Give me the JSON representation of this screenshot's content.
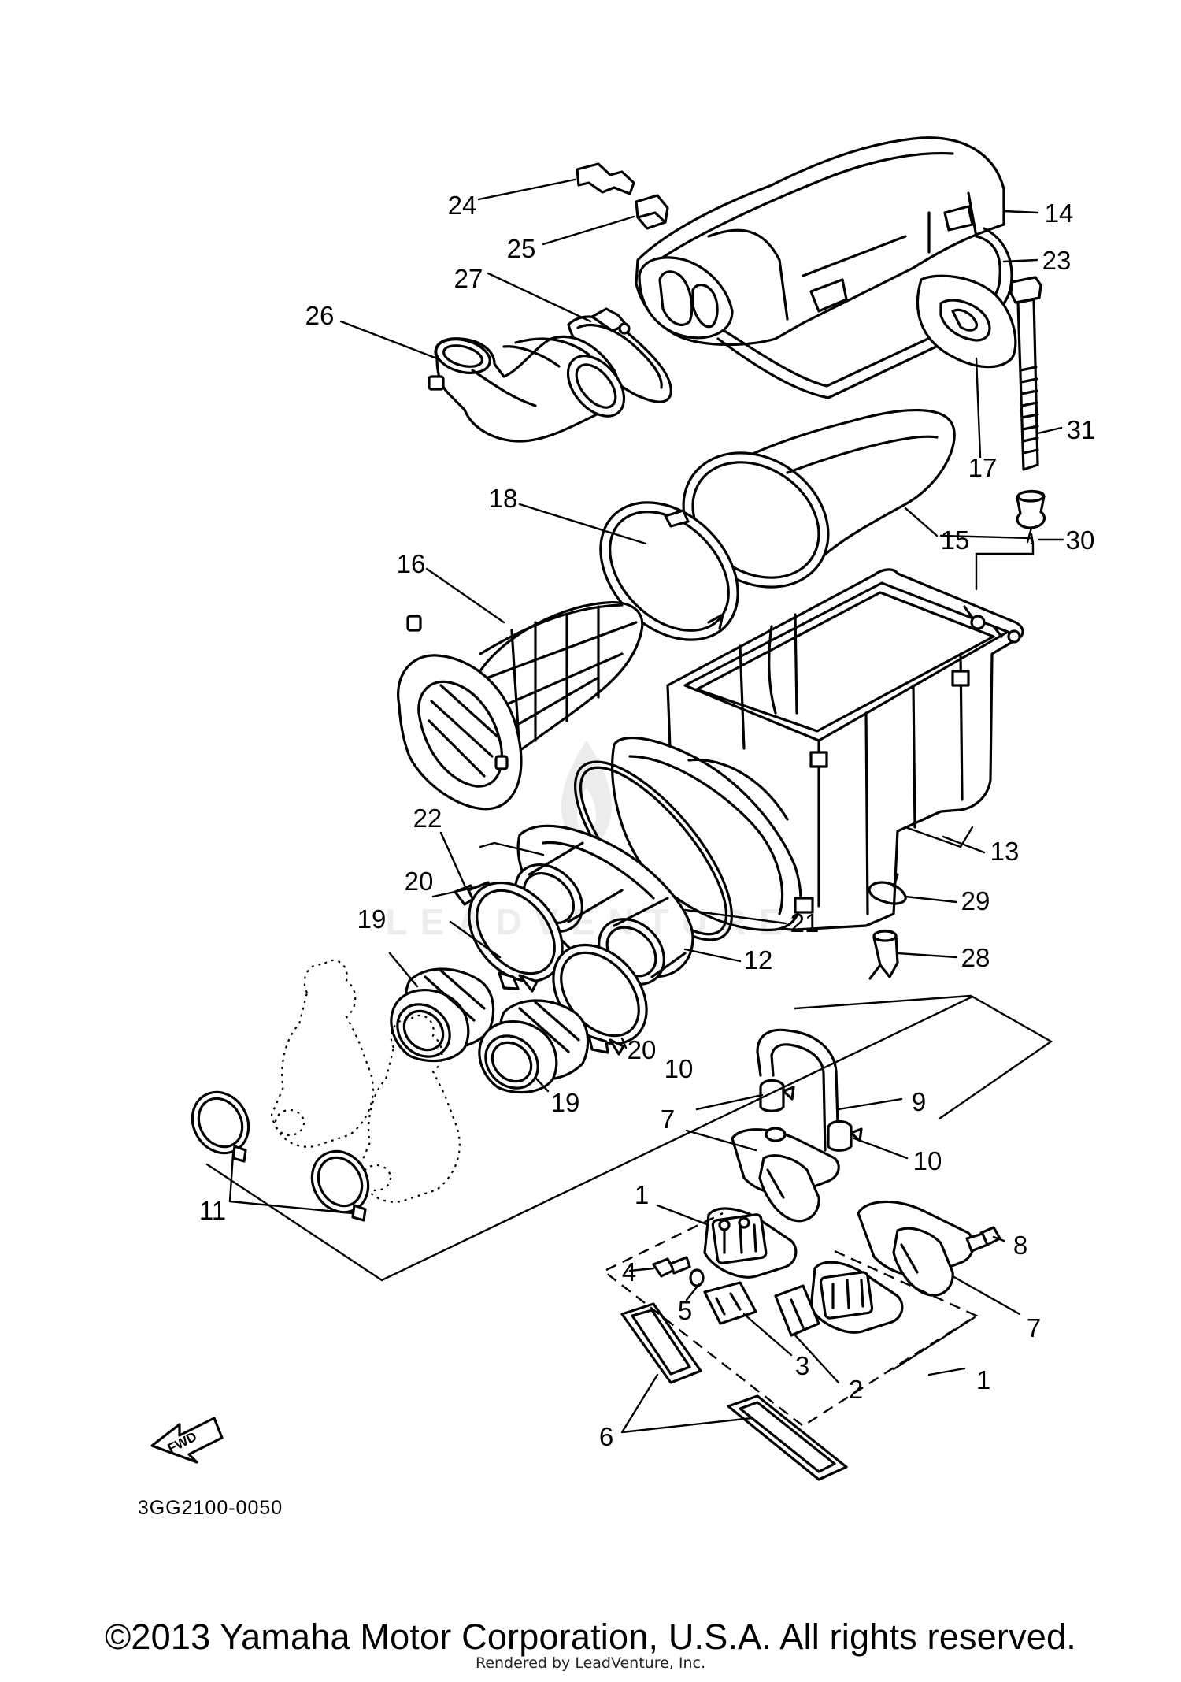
{
  "diagram": {
    "code": "3GG2100-0050",
    "fwd_label": "FWD",
    "watermark": "LEADVENTURE",
    "callouts": {
      "c1a": "1",
      "c1b": "1",
      "c2": "2",
      "c3": "3",
      "c4": "4",
      "c5": "5",
      "c6": "6",
      "c7a": "7",
      "c7b": "7",
      "c8": "8",
      "c9": "9",
      "c10a": "10",
      "c10b": "10",
      "c11": "11",
      "c12": "12",
      "c13": "13",
      "c14": "14",
      "c15": "15",
      "c16": "16",
      "c17": "17",
      "c18": "18",
      "c19a": "19",
      "c19b": "19",
      "c20a": "20",
      "c20b": "20",
      "c21": "21",
      "c22": "22",
      "c23": "23",
      "c24": "24",
      "c25": "25",
      "c26": "26",
      "c27": "27",
      "c28": "28",
      "c29": "29",
      "c30": "30",
      "c31": "31"
    }
  },
  "footer": {
    "copyright": "©2013 Yamaha Motor Corporation, U.S.A. All rights reserved.",
    "rendered_by": "Rendered by LeadVenture, Inc."
  }
}
